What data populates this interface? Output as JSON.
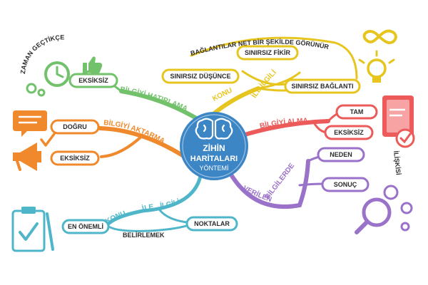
{
  "center": {
    "line1": "ZİHİN",
    "line2": "HARİTALARI",
    "line3": "YÖNTEMİ"
  },
  "top_branch": {
    "arc_label": "BAĞLANTILAR NET BİR ŞEKİLDE GÖRÜNÜR",
    "branch_words": [
      "KONU",
      "İLE İLGİLİ"
    ],
    "nodes": [
      "SINIRSIZ FİKİR",
      "SINIRSIZ DÜŞÜNCE",
      "SINIRSIZ BAĞLANTI"
    ]
  },
  "left_top_branch": {
    "branch_label": "BİLGİYİ HATIRLAMA",
    "node": "EKSİKSİZ",
    "arc_label": "ZAMAN GEÇTİKÇE"
  },
  "left_mid_branch": {
    "branch_label": "BİLGİYİ AKTARMA",
    "nodes": [
      "DOĞRU",
      "EKSİKSİZ"
    ]
  },
  "left_bottom_branch": {
    "branch_words": [
      "KONU",
      "İLE",
      "İLGİLİ"
    ],
    "nodes": [
      "EN ÖNEMLİ",
      "NOKTALAR"
    ],
    "connector_label": "BELİRLEMEK"
  },
  "right_top_branch": {
    "branch_label": "BİLGİYİ ALMA",
    "nodes": [
      "TAM",
      "EKSİKSİZ"
    ]
  },
  "right_bottom_branch": {
    "branch_words": [
      "VERİLEN",
      "BİLGİLERDE"
    ],
    "nodes": [
      "NEDEN",
      "SONUÇ"
    ],
    "side_label": "İLİŞKİSİ"
  },
  "colors": {
    "center": "#3d86c6",
    "yellow": "#e7c51f",
    "green": "#72c26b",
    "orange": "#f0892b",
    "teal": "#4fb6c9",
    "red": "#ec5a5a",
    "purple": "#9a72c9"
  },
  "icons": [
    "brain-icon",
    "clock-icon",
    "thumbs-up-icon",
    "gears-icon",
    "chat-bubble-icon",
    "megaphone-icon",
    "checkmark-icon",
    "infinity-icon",
    "lightbulb-icon",
    "book-icon",
    "clipboard-icon",
    "magnifier-icon",
    "cog-group-icon"
  ]
}
